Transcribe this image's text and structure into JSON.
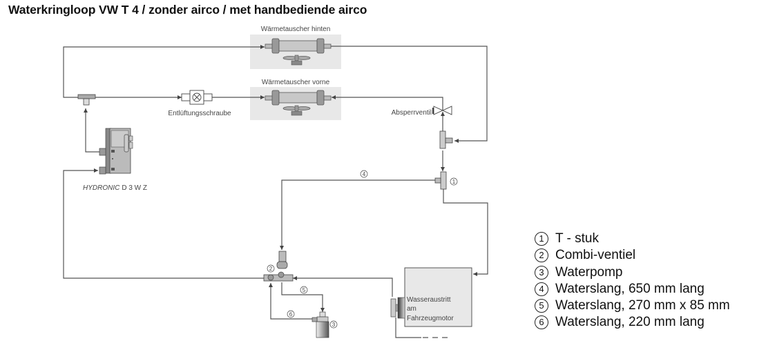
{
  "title": "Waterkringloop VW T 4 / zonder airco / met handbediende airco",
  "components": {
    "heat_exchanger_rear": "Wärmetauscher hinten",
    "heat_exchanger_front": "Wärmetauscher vorne",
    "bleed_screw": "Entlüftungsschraube",
    "shutoff_valve": "Absperrventil",
    "heater": "HYDRONIC",
    "heater_model": "D 3 W Z",
    "engine_outlet": [
      "Wasseraustritt",
      "am",
      "Fahrzeugmotor"
    ]
  },
  "markers": {
    "t_piece": "1",
    "combi_valve": "2",
    "water_pump": "3",
    "hose_650": "4",
    "hose_270": "5",
    "hose_220": "6"
  },
  "legend": [
    {
      "num": "1",
      "label": "T - stuk"
    },
    {
      "num": "2",
      "label": "Combi-ventiel"
    },
    {
      "num": "3",
      "label": "Waterpomp"
    },
    {
      "num": "4",
      "label": "Waterslang, 650 mm lang"
    },
    {
      "num": "5",
      "label": "Waterslang, 270 mm x 85 mm"
    },
    {
      "num": "6",
      "label": "Waterslang, 220 mm lang"
    }
  ],
  "colors": {
    "line": "#555555",
    "panel": "#e8e8e8",
    "component": "#bdbdbd"
  }
}
